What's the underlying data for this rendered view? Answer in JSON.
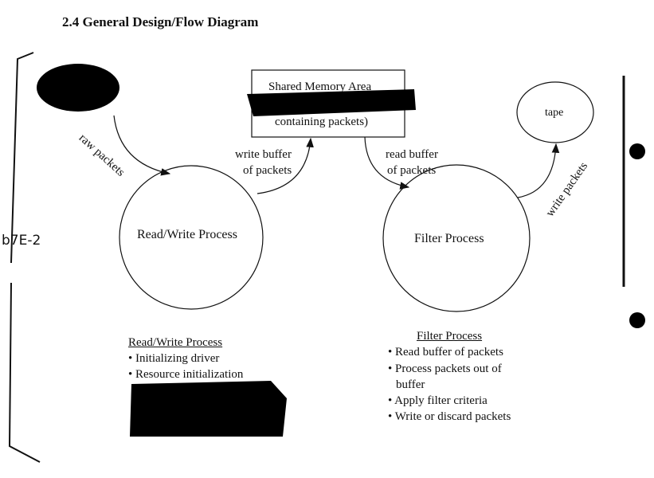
{
  "title": "2.4 General Design/Flow Diagram",
  "margin_note": "b7E-2",
  "shared_memory": {
    "line1": "Shared Memory Area",
    "line3": "containing packets)"
  },
  "tape": "tape",
  "processes": {
    "read_write": "Read/Write Process",
    "filter": "Filter Process"
  },
  "arrows": {
    "raw": "raw packets",
    "write_buffer": [
      "write buffer",
      "of packets"
    ],
    "read_buffer": [
      "read buffer",
      "of packets"
    ],
    "write_packets": "write packets"
  },
  "rw_list": {
    "heading": "Read/Write Process",
    "items": [
      "• Initializing driver",
      "• Resource initialization"
    ]
  },
  "filter_list": {
    "heading": "Filter Process",
    "items": [
      "• Read buffer of packets",
      "• Process packets out of",
      "buffer",
      "• Apply filter criteria",
      "• Write or discard packets"
    ]
  }
}
